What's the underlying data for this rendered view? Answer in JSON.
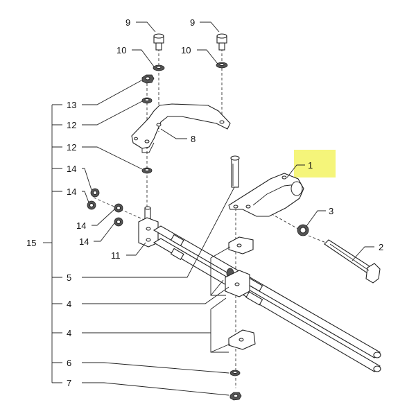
{
  "callouts": {
    "c9a": "9",
    "c9b": "9",
    "c10a": "10",
    "c10b": "10",
    "c13": "13",
    "c12a": "12",
    "c8": "8",
    "c12b": "12",
    "c1": "1",
    "c14a": "14",
    "c14b": "14",
    "c3": "3",
    "c14c": "14",
    "c14d": "14",
    "c15": "15",
    "c11": "11",
    "c2": "2",
    "c5": "5",
    "c4a": "4",
    "c4b": "4",
    "c6": "6",
    "c7": "7"
  },
  "colors": {
    "highlight": "#f5f57a",
    "line": "#222222",
    "background": "#ffffff"
  },
  "highlighted_callout": "1"
}
